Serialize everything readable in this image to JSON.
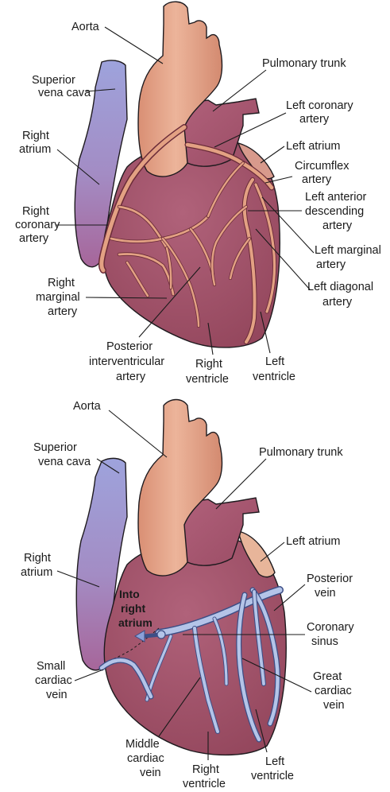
{
  "colors": {
    "myocardium": "#a8566e",
    "myocardium_dark": "#93465c",
    "aorta": "#e3a58a",
    "vena_cava": "#9aa0d6",
    "atrium_gradient_top": "#9a9ed6",
    "atrium_gradient_bottom": "#a86a98",
    "artery": "#e3a183",
    "vein": "#b4c4e8",
    "left_atrium": "#e8b59a"
  },
  "top_diagram": {
    "labels": {
      "aorta": "Aorta",
      "superior_vena_cava": [
        "Superior",
        "vena cava"
      ],
      "pulmonary_trunk": "Pulmonary trunk",
      "left_coronary_artery": [
        "Left coronary",
        "artery"
      ],
      "right_atrium": [
        "Right",
        "atrium"
      ],
      "left_atrium": "Left atrium",
      "circumflex_artery": [
        "Circumflex",
        "artery"
      ],
      "right_coronary_artery": [
        "Right",
        "coronary",
        "artery"
      ],
      "left_anterior_descending_artery": [
        "Left anterior",
        "descending",
        "artery"
      ],
      "left_marginal_artery": [
        "Left marginal",
        "artery"
      ],
      "right_marginal_artery": [
        "Right",
        "marginal",
        "artery"
      ],
      "left_diagonal_artery": [
        "Left diagonal",
        "artery"
      ],
      "posterior_interventricular_artery": [
        "Posterior",
        "interventricular",
        "artery"
      ],
      "right_ventricle": [
        "Right",
        "ventricle"
      ],
      "left_ventricle": [
        "Left",
        "ventricle"
      ]
    }
  },
  "bottom_diagram": {
    "labels": {
      "aorta": "Aorta",
      "superior_vena_cava": [
        "Superior",
        "vena cava"
      ],
      "pulmonary_trunk": "Pulmonary trunk",
      "left_atrium": "Left atrium",
      "right_atrium": [
        "Right",
        "atrium"
      ],
      "posterior_vein": [
        "Posterior",
        "vein"
      ],
      "into_right_atrium": [
        "Into",
        "right",
        "atrium"
      ],
      "coronary_sinus": [
        "Coronary",
        "sinus"
      ],
      "small_cardiac_vein": [
        "Small",
        "cardiac",
        "vein"
      ],
      "great_cardiac_vein": [
        "Great",
        "cardiac",
        "vein"
      ],
      "middle_cardiac_vein": [
        "Middle",
        "cardiac",
        "vein"
      ],
      "right_ventricle": [
        "Right",
        "ventricle"
      ],
      "left_ventricle": [
        "Left",
        "ventricle"
      ]
    }
  }
}
